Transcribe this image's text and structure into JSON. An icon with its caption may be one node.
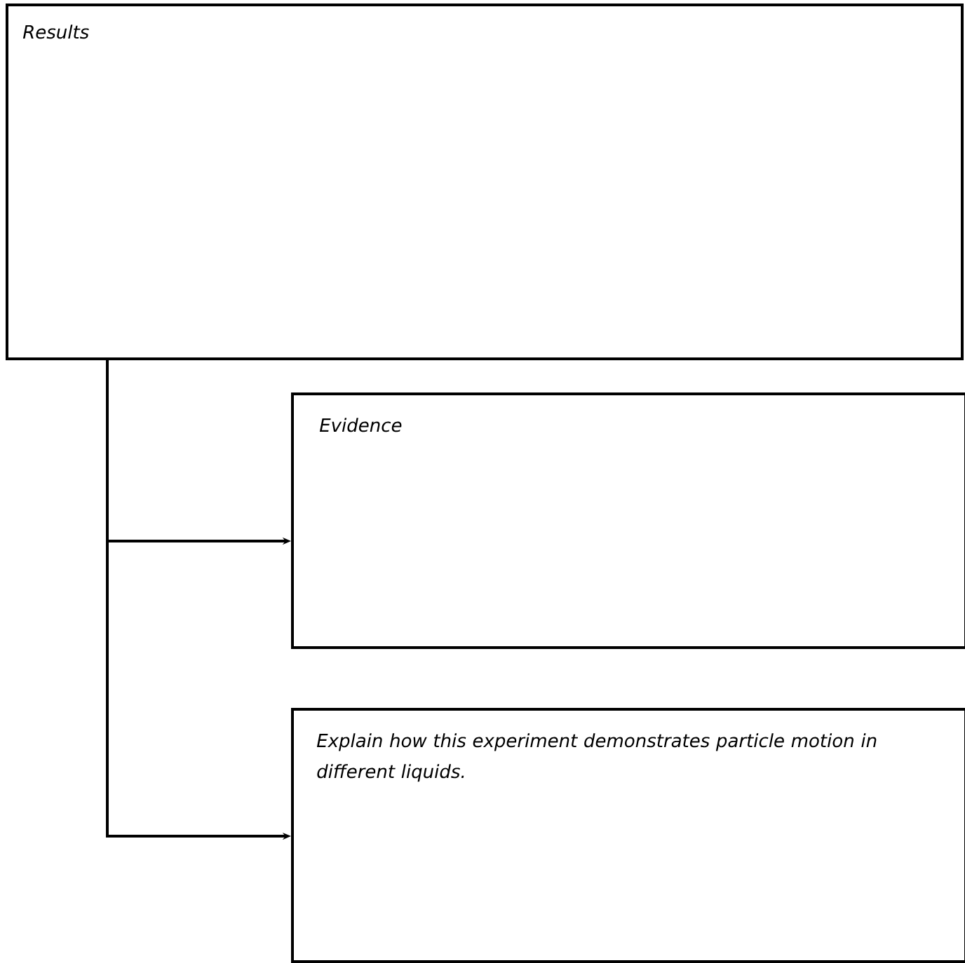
{
  "diagram": {
    "nodes": [
      {
        "text": [
          "Results"
        ]
      },
      {
        "text": [
          "Evidence"
        ]
      },
      {
        "text": [
          "Explain how this experiment demonstrates particle motion in different liquids."
        ]
      }
    ],
    "edges": [
      {
        "from": 0,
        "to": 1,
        "arrow": "to"
      },
      {
        "from": 0,
        "to": 2,
        "arrow": "to"
      }
    ]
  }
}
